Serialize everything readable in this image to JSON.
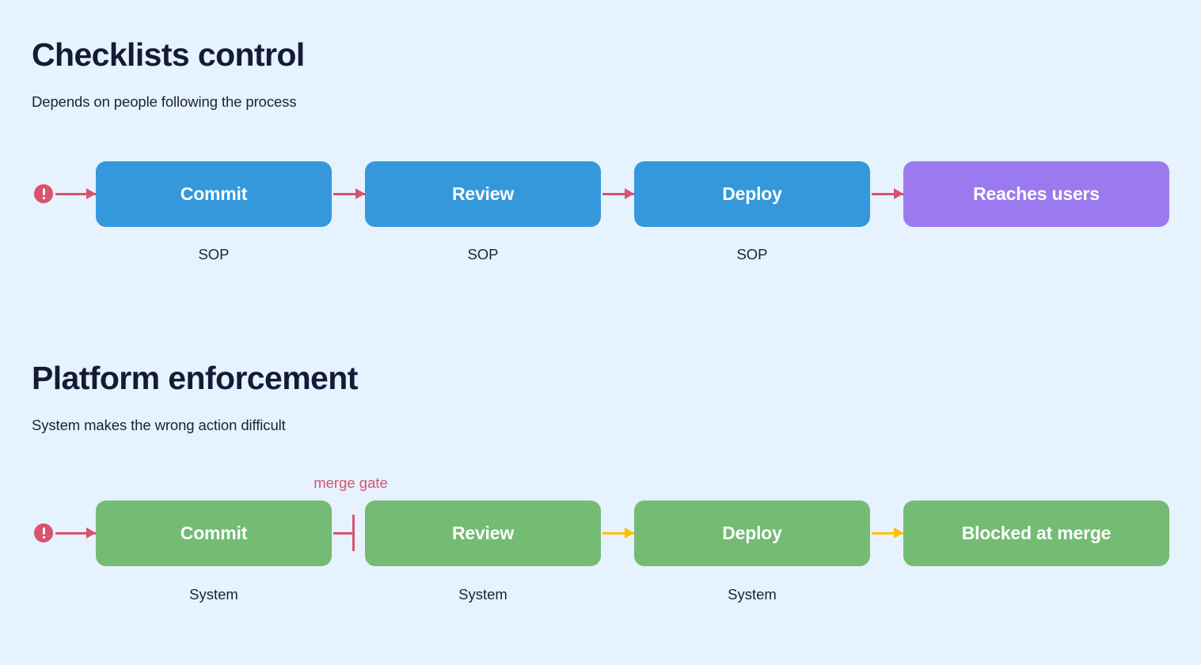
{
  "background_color": "#e6f2fd",
  "palette": {
    "blue": "#3498db",
    "green": "#74bb73",
    "purple": "#9b7af0",
    "red": "#d9536e",
    "yellow": "#fbc302",
    "text_dark": "#131b36"
  },
  "sections": [
    {
      "id": "checklists",
      "title": "Checklists control",
      "subtitle": "Depends on people following the process",
      "start_marker": "alert-icon",
      "nodes": [
        {
          "label": "Commit",
          "color": "blue",
          "caption": "SOP"
        },
        {
          "label": "Review",
          "color": "blue",
          "caption": "SOP"
        },
        {
          "label": "Deploy",
          "color": "blue",
          "caption": "SOP"
        },
        {
          "label": "Reaches users",
          "color": "purple",
          "caption": ""
        }
      ],
      "connectors": [
        {
          "from": "start",
          "to": "Commit",
          "color": "red",
          "type": "arrow"
        },
        {
          "from": "Commit",
          "to": "Review",
          "color": "red",
          "type": "arrow"
        },
        {
          "from": "Review",
          "to": "Deploy",
          "color": "red",
          "type": "arrow"
        },
        {
          "from": "Deploy",
          "to": "Reaches users",
          "color": "red",
          "type": "arrow"
        }
      ],
      "gate_label": ""
    },
    {
      "id": "platform",
      "title": "Platform enforcement",
      "subtitle": "System makes the wrong action difficult",
      "start_marker": "alert-icon",
      "nodes": [
        {
          "label": "Commit",
          "color": "green",
          "caption": "System"
        },
        {
          "label": "Review",
          "color": "green",
          "caption": "System"
        },
        {
          "label": "Deploy",
          "color": "green",
          "caption": "System"
        },
        {
          "label": "Blocked at merge",
          "color": "green",
          "caption": ""
        }
      ],
      "connectors": [
        {
          "from": "start",
          "to": "Commit",
          "color": "red",
          "type": "arrow"
        },
        {
          "from": "Commit",
          "to": "Review",
          "color": "red",
          "type": "gate"
        },
        {
          "from": "Review",
          "to": "Deploy",
          "color": "yellow",
          "type": "arrow"
        },
        {
          "from": "Deploy",
          "to": "Blocked at merge",
          "color": "yellow",
          "type": "arrow"
        }
      ],
      "gate_label": "merge gate"
    }
  ]
}
